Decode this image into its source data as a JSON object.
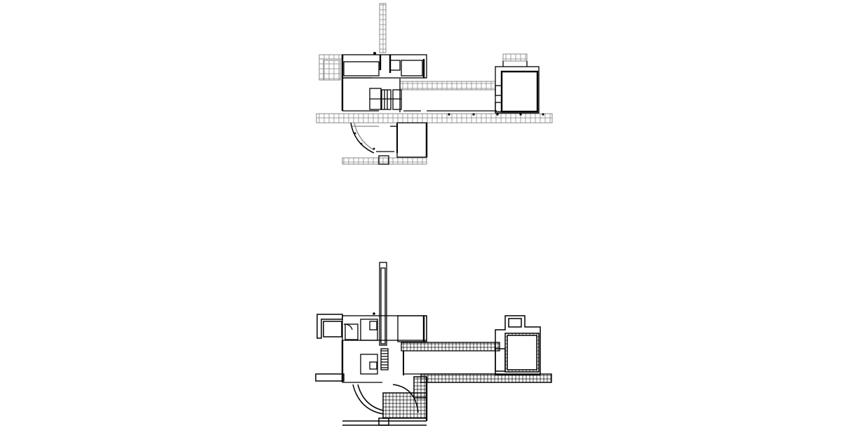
{
  "drawings": [
    {
      "id": "upper",
      "kind": "architectural-floor-plan",
      "note": ""
    },
    {
      "id": "lower",
      "kind": "architectural-floor-plan",
      "note": ""
    }
  ],
  "colors": {
    "background": "#ffffff",
    "wall": "#000000",
    "paving": "#8a8a8a",
    "hatch": "#000000"
  }
}
